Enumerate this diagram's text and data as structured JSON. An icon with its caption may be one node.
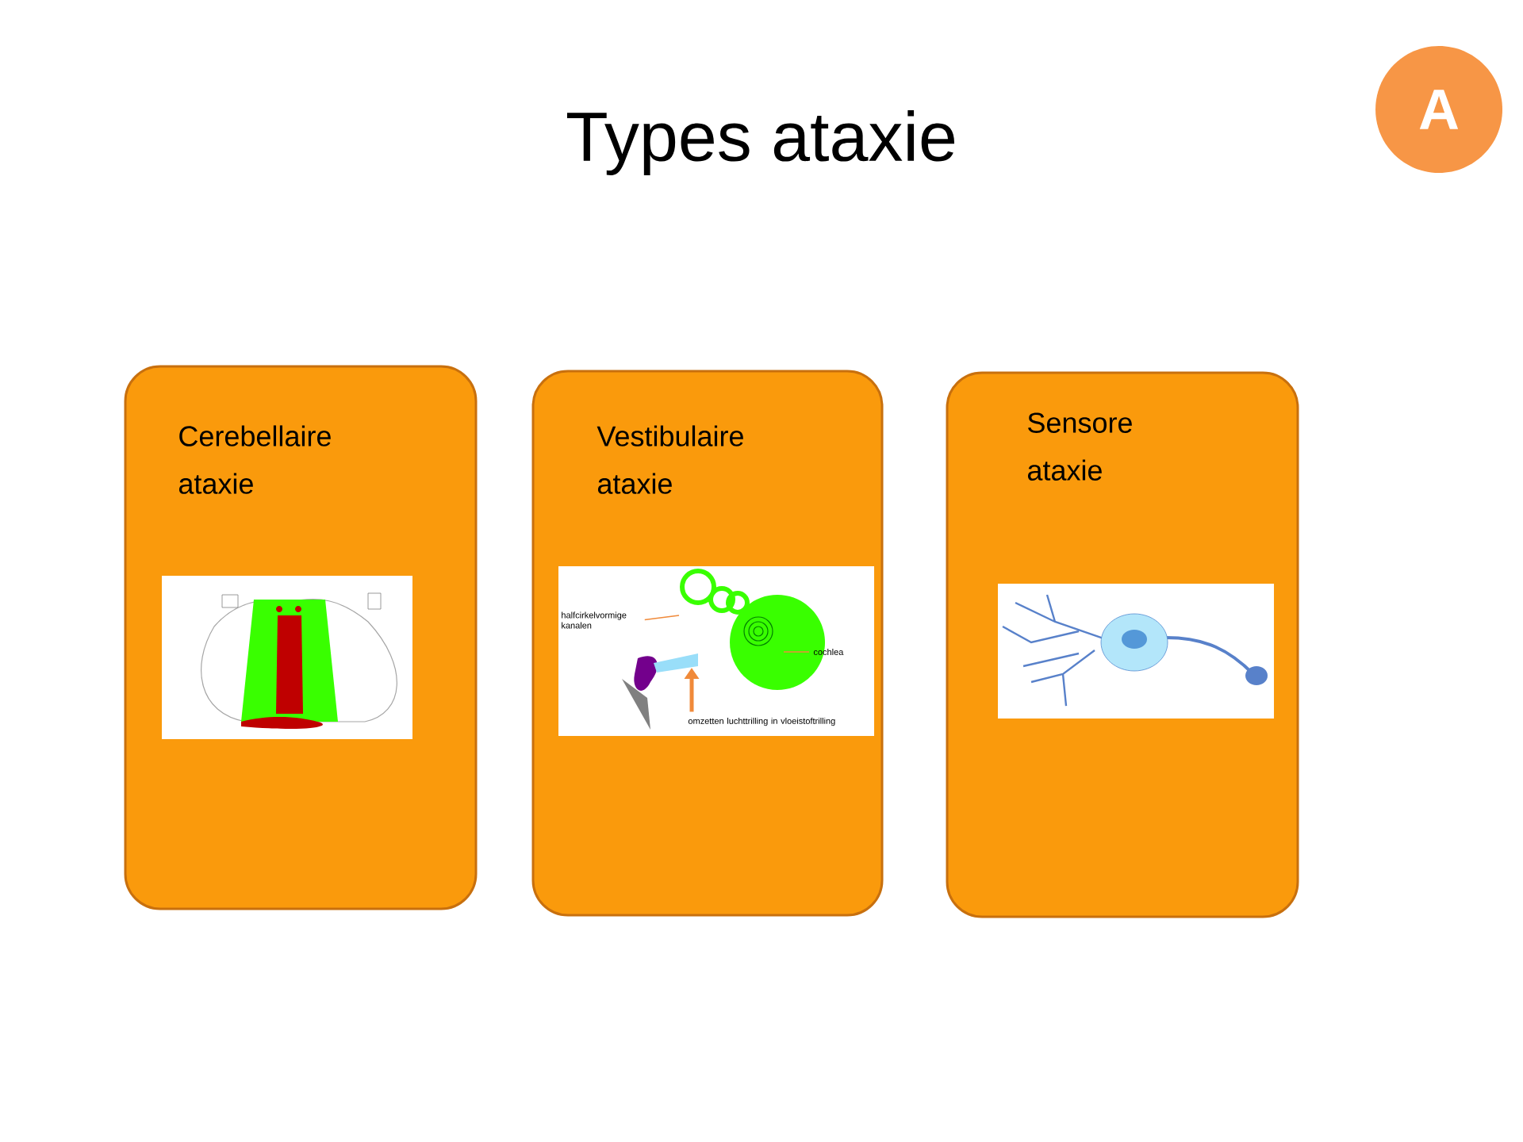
{
  "diagram": {
    "title": "Types ataxie",
    "nodes": [
      {
        "text": [
          "A"
        ]
      },
      {
        "text": [
          "Cerebellaire ataxie"
        ]
      },
      {
        "text": [],
        "shape": "picture",
        "in": 1
      },
      {
        "text": [
          "Vestibulaire ataxie"
        ]
      },
      {
        "text": [],
        "shape": "picture",
        "in": 3
      },
      {
        "text": [
          "halfcirkelvormige kanalen"
        ],
        "in": 4
      },
      {
        "text": [
          "cochlea"
        ],
        "in": 4
      },
      {
        "text": [
          "omzetten luchttrilling in vloeistoftrilling"
        ],
        "in": 4
      },
      {
        "text": [
          "Sensore ataxie"
        ]
      },
      {
        "text": [],
        "shape": "picture",
        "in": 8
      }
    ],
    "edges": [
      {
        "from": 5,
        "to": null,
        "arrow": "none"
      },
      {
        "from": 6,
        "to": null,
        "arrow": "none"
      },
      {
        "from": 7,
        "to": null,
        "arrow": "to",
        "style": "thick"
      }
    ]
  }
}
